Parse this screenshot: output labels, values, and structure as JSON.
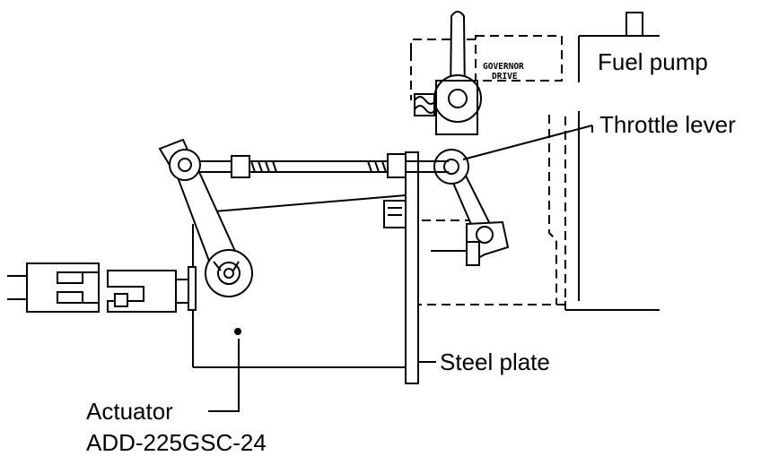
{
  "labels": {
    "fuel_pump": "Fuel pump",
    "throttle_lever": "Throttle lever",
    "steel_plate": "Steel plate",
    "actuator_line1": "Actuator",
    "actuator_line2": "ADD-225GSC-24"
  },
  "component_text": {
    "governor_line1": "GOVERNOR",
    "governor_line2": "DRIVE"
  },
  "colors": {
    "ink": "#000000",
    "background": "#ffffff"
  }
}
